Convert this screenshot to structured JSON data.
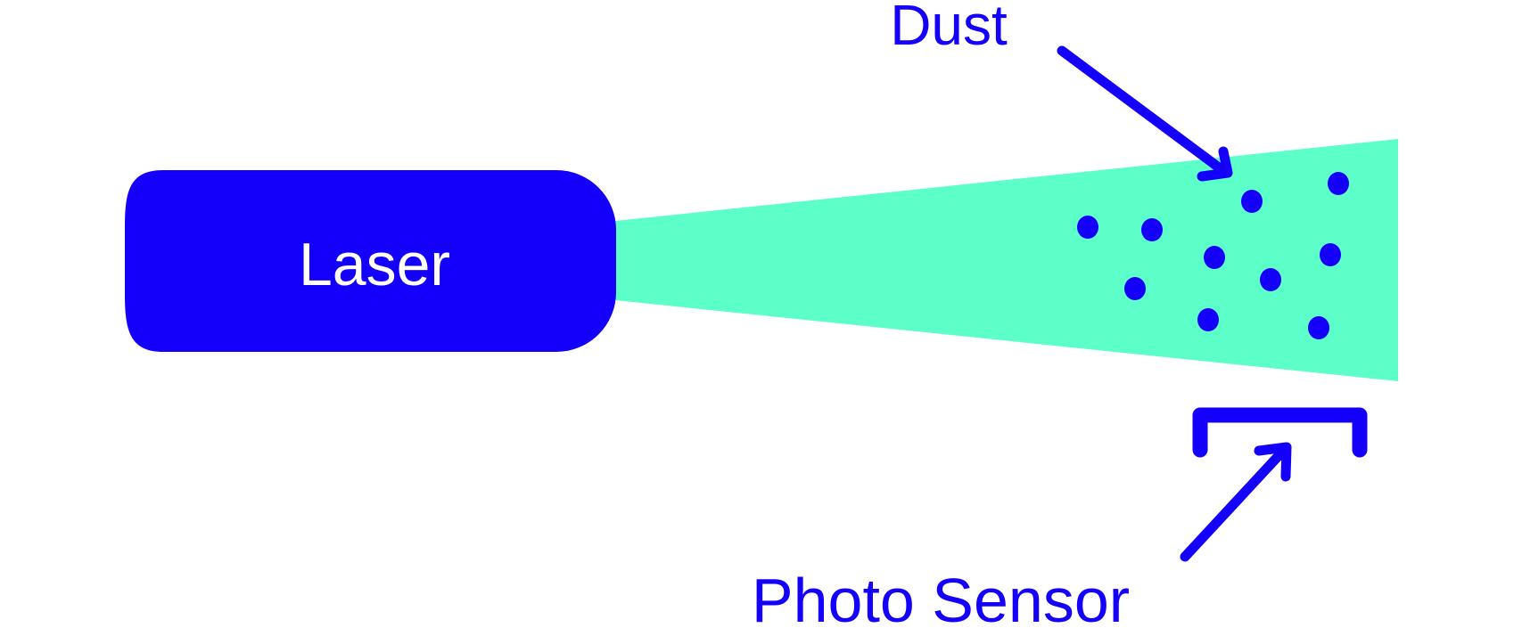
{
  "labels": {
    "laser": "Laser",
    "dust": "Dust",
    "photo_sensor": "Photo Sensor"
  },
  "colors": {
    "primary": "#1400FA",
    "beam": "#5CFFC8",
    "background": "#FFFFFF",
    "laser_text": "#FFFFFF"
  },
  "icons": {
    "arrow": "arrow-icon",
    "particle": "dust-particle-icon",
    "sensor": "bracket-sensor-icon"
  }
}
